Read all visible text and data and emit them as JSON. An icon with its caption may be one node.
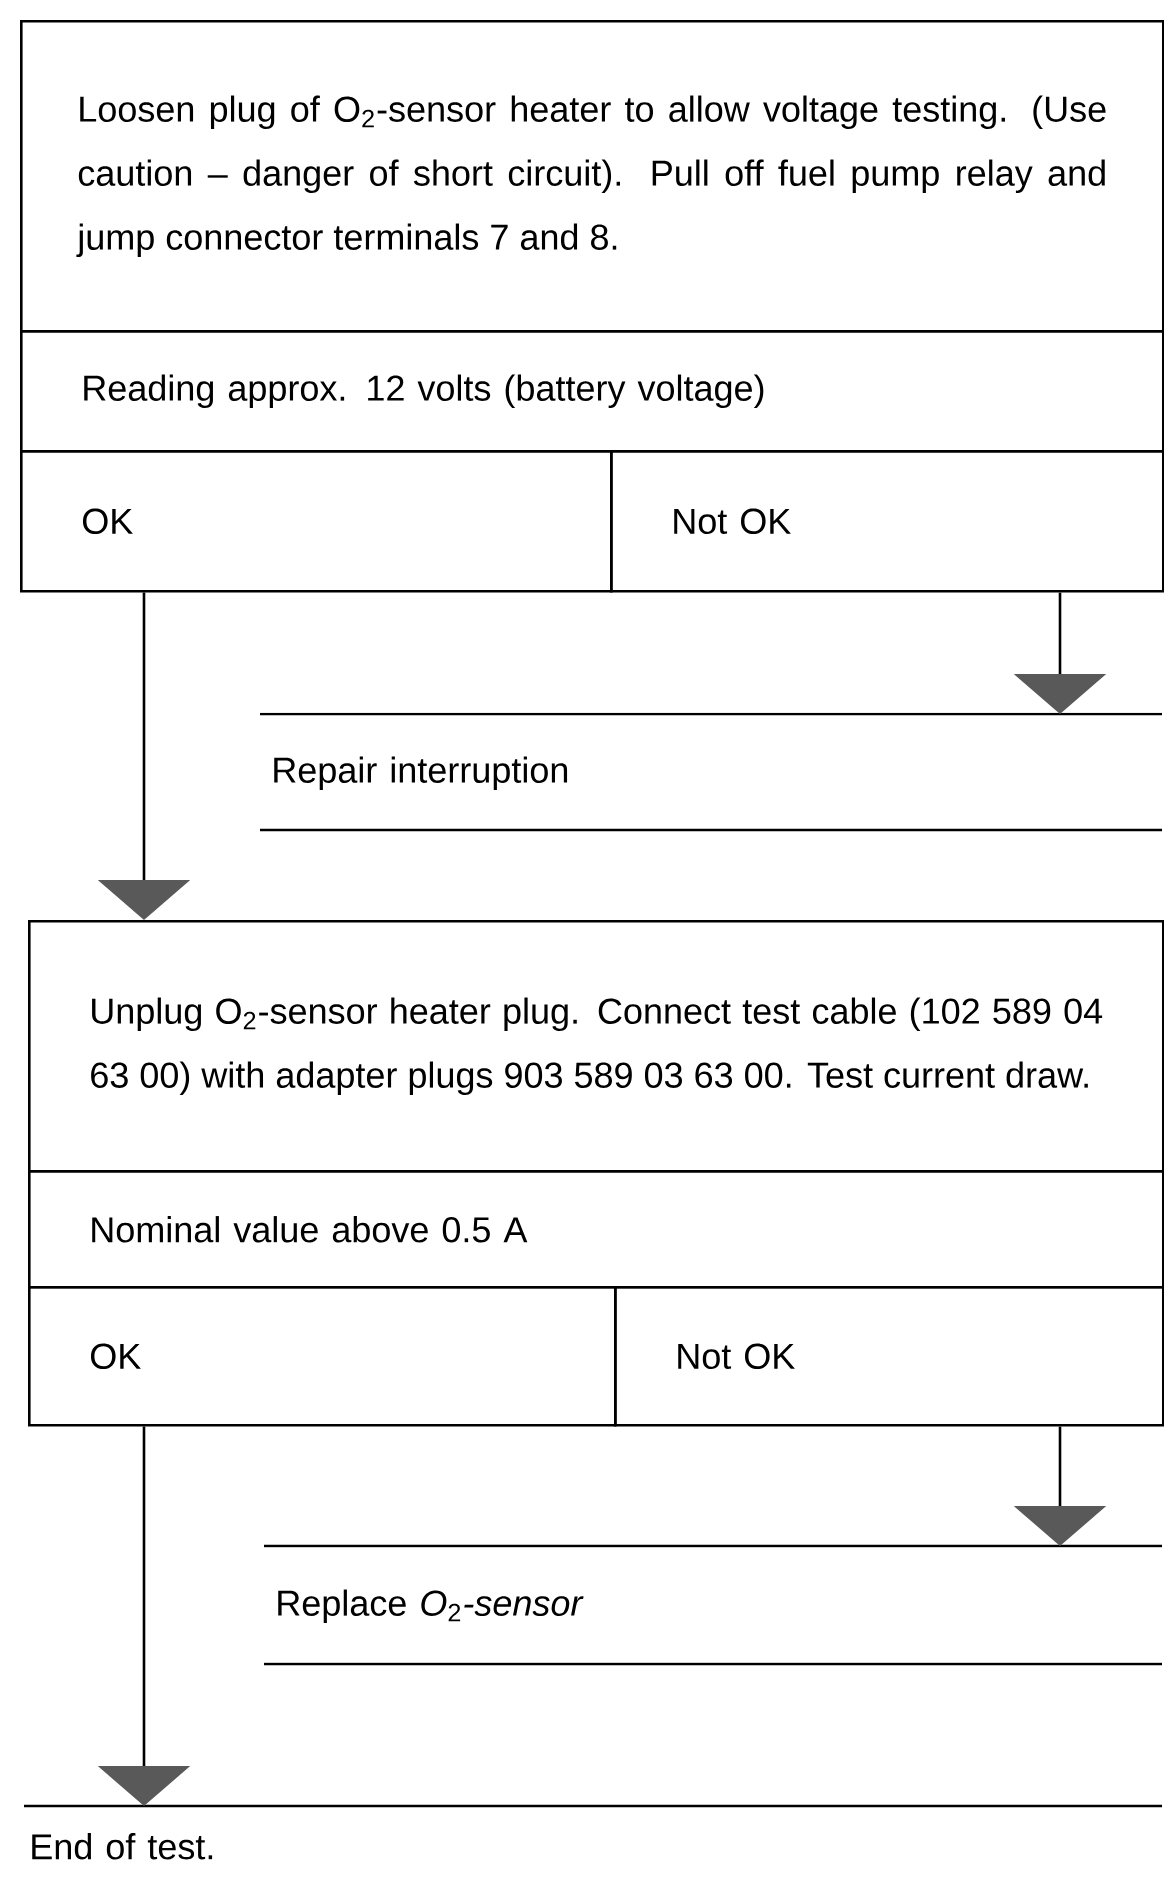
{
  "diagram": {
    "nodes": [
      {
        "text": [
          "Loosen plug of O$_{2}$-sensor heater to allow voltage testing. (Use caution – danger of short circuit). Pull off fuel pump relay and jump connector terminals 7 and 8."
        ]
      },
      {
        "text": [
          "Reading approx. 12 volts (battery voltage)"
        ]
      },
      {
        "text": [
          "OK"
        ]
      },
      {
        "text": [
          "Not OK"
        ]
      },
      {
        "text": [
          "Repair interruption"
        ]
      },
      {
        "text": [
          "Unplug O$_{2}$-sensor heater plug. Connect test cable (102 589 04 63 00) with adapter plugs 903 589 03 63 00. Test current draw."
        ]
      },
      {
        "text": [
          "Nominal value above 0.5 A"
        ]
      },
      {
        "text": [
          "OK"
        ]
      },
      {
        "text": [
          "Not OK"
        ]
      },
      {
        "text": [
          "Replace *O*$_{2}$*-sensor*"
        ]
      },
      {
        "text": [
          "End of test."
        ]
      }
    ],
    "edges": [
      {
        "from": 2,
        "to": 5,
        "arrow": "to"
      },
      {
        "from": 3,
        "to": 4,
        "arrow": "to"
      },
      {
        "from": 7,
        "to": 10,
        "arrow": "to"
      },
      {
        "from": 8,
        "to": 9,
        "arrow": "to"
      }
    ]
  }
}
